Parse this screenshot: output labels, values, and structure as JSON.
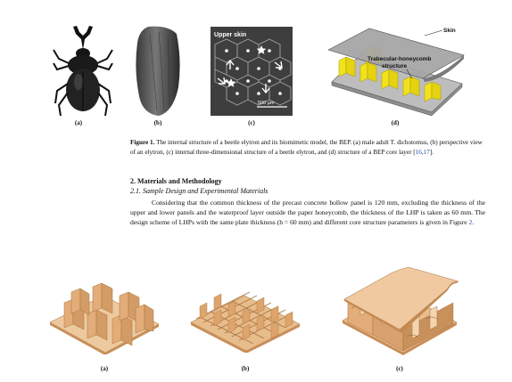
{
  "figure1": {
    "panel_labels": [
      "(a)",
      "(b)",
      "(c)",
      "(d)"
    ],
    "panel_c_label": "Upper skin",
    "panel_c_scale": "500 µm",
    "panel_d_skin": "Skin",
    "panel_d_core_line1": "Trabecular-honeycomb",
    "panel_d_core_line2": "structure",
    "caption_label": "Figure 1.",
    "caption_text": " The internal structure of a beetle elytron and its biomimetic model, the BEP. (a) male adult T. dichotomus, (b) perspective view of an elytron, (c) internal three-dimensional structure of a beetle elytron, and (d) structure of a BEP core layer [",
    "caption_ref1": "16",
    "caption_sep": ",",
    "caption_ref2": "17",
    "caption_end": "]."
  },
  "section": {
    "heading": "2. Materials and Methodology",
    "subheading": "2.1. Sample Design and Experimental Materials",
    "paragraph": "Considering that the common thickness of the precast concrete hollow panel is 120 mm, excluding the thickness of the upper and lower panels and the waterproof layer outside the paper honeycomb, the thickness of the LHP is taken as 60 mm. The design scheme of LHPs with the same plate thickness (h = 60 mm) and different core structure parameters is given in Figure ",
    "paragraph_link": "2",
    "paragraph_end": "."
  },
  "figure2": {
    "panel_labels": [
      "(a)",
      "(b)",
      "(c)"
    ]
  },
  "colors": {
    "cardboard": "#e7b98a",
    "cardboard_dark": "#c98e58",
    "honeycomb_yellow": "#f2e21c",
    "skin_gray": "#9a9a9a",
    "link_blue": "#1a4fb0"
  }
}
